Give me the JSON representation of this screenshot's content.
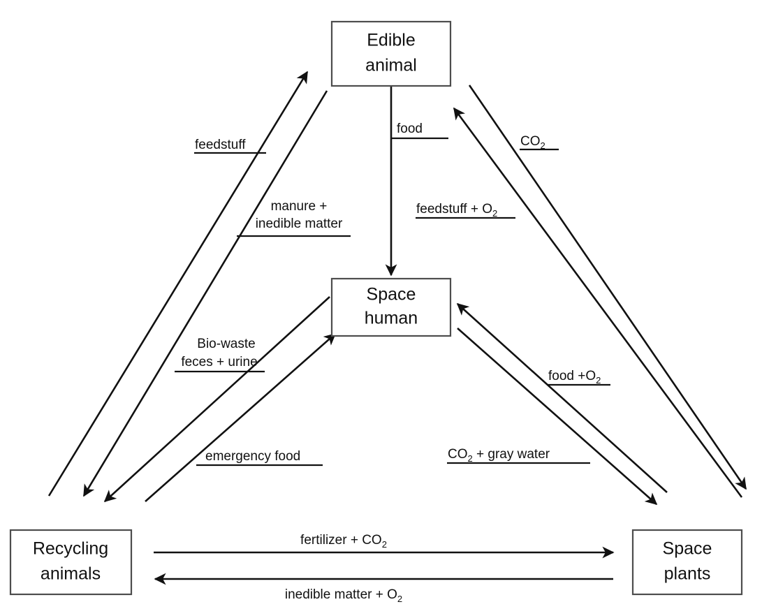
{
  "diagram": {
    "title": "Space life support loop closure diagram",
    "background_color": "#ffffff",
    "line_color": "#111111",
    "box_border_color": "#4d4d4d",
    "nodes": [
      {
        "id": "edible-animal",
        "line1": "Edible",
        "line2": "animal"
      },
      {
        "id": "space-human",
        "line1": "Space",
        "line2": "human"
      },
      {
        "id": "recycling-animals",
        "line1": "Recycling",
        "line2": "animals"
      },
      {
        "id": "space-plants",
        "line1": "Space",
        "line2": "plants"
      }
    ],
    "edges": [
      {
        "id": "feedstuff",
        "label": "feedstuff",
        "from": "recycling-animals",
        "to": "edible-animal"
      },
      {
        "id": "manure-inedible",
        "label_line1": "manure +",
        "label_line2": "inedible matter",
        "from": "edible-animal",
        "to": "recycling-animals"
      },
      {
        "id": "food",
        "label": "food",
        "from": "edible-animal",
        "to": "space-human"
      },
      {
        "id": "co2",
        "label": "CO",
        "sub": "2",
        "from": "space-plants",
        "to": "edible-animal"
      },
      {
        "id": "feedstuff-o2",
        "label_pre": "feedstuff + O",
        "sub": "2",
        "from": "space-plants",
        "to": "edible-animal"
      },
      {
        "id": "bio-waste",
        "label_line1": "Bio-waste",
        "label_line2": "feces + urine",
        "from": "space-human",
        "to": "recycling-animals"
      },
      {
        "id": "emergency-food",
        "label": "emergency food",
        "from": "recycling-animals",
        "to": "space-human"
      },
      {
        "id": "food-o2",
        "label_pre": "food +O",
        "sub": "2",
        "from": "space-plants",
        "to": "space-human"
      },
      {
        "id": "co2-gray-water",
        "label_pre": "CO",
        "sub": "2",
        "label_post": " + gray water",
        "from": "space-human",
        "to": "space-plants"
      },
      {
        "id": "fertilizer-co2",
        "label_pre": "fertilizer + CO",
        "sub": "2",
        "from": "recycling-animals",
        "to": "space-plants"
      },
      {
        "id": "inedible-matter-o2",
        "label_pre": "inedible matter + O",
        "sub": "2",
        "from": "space-plants",
        "to": "recycling-animals"
      }
    ]
  }
}
